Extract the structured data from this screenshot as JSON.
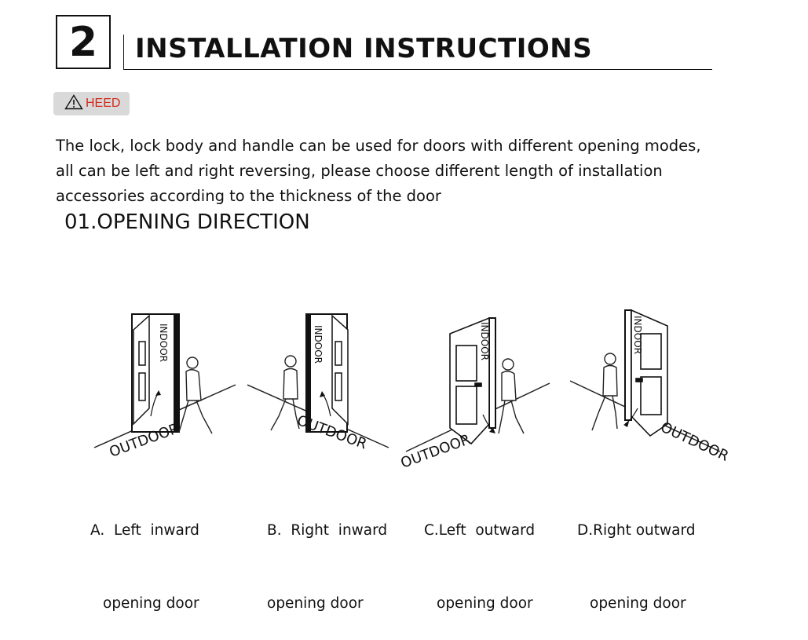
{
  "header": {
    "step_number": "2",
    "title": "INSTALLATION INSTRUCTIONS"
  },
  "notice": {
    "label": "HEED",
    "icon": "warning-icon",
    "color": "#d4281c"
  },
  "intro_lines": [
    "The lock, lock body and handle can be used for doors with different opening modes,",
    "all can be left and right reversing, please choose different length of installation",
    "accessories according to the thickness of the door"
  ],
  "section_title": "01.OPENING DIRECTION",
  "diagrams": [
    {
      "indoor_label": "INDOOR",
      "outdoor_label": "OUTDOOR",
      "caption_line1": "A.  Left  inward",
      "caption_line2": "opening door"
    },
    {
      "indoor_label": "INDOOR",
      "outdoor_label": "OUTDOOR",
      "caption_line1": "B.  Right  inward",
      "caption_line2": "opening door"
    },
    {
      "indoor_label": "INDOOR",
      "outdoor_label": "OUTDOOR",
      "caption_line1": "C.Left  outward",
      "caption_line2": "opening door"
    },
    {
      "indoor_label": "INDOOR",
      "outdoor_label": "OUTDOOR",
      "caption_line1": "D.Right outward",
      "caption_line2": "opening door"
    }
  ]
}
